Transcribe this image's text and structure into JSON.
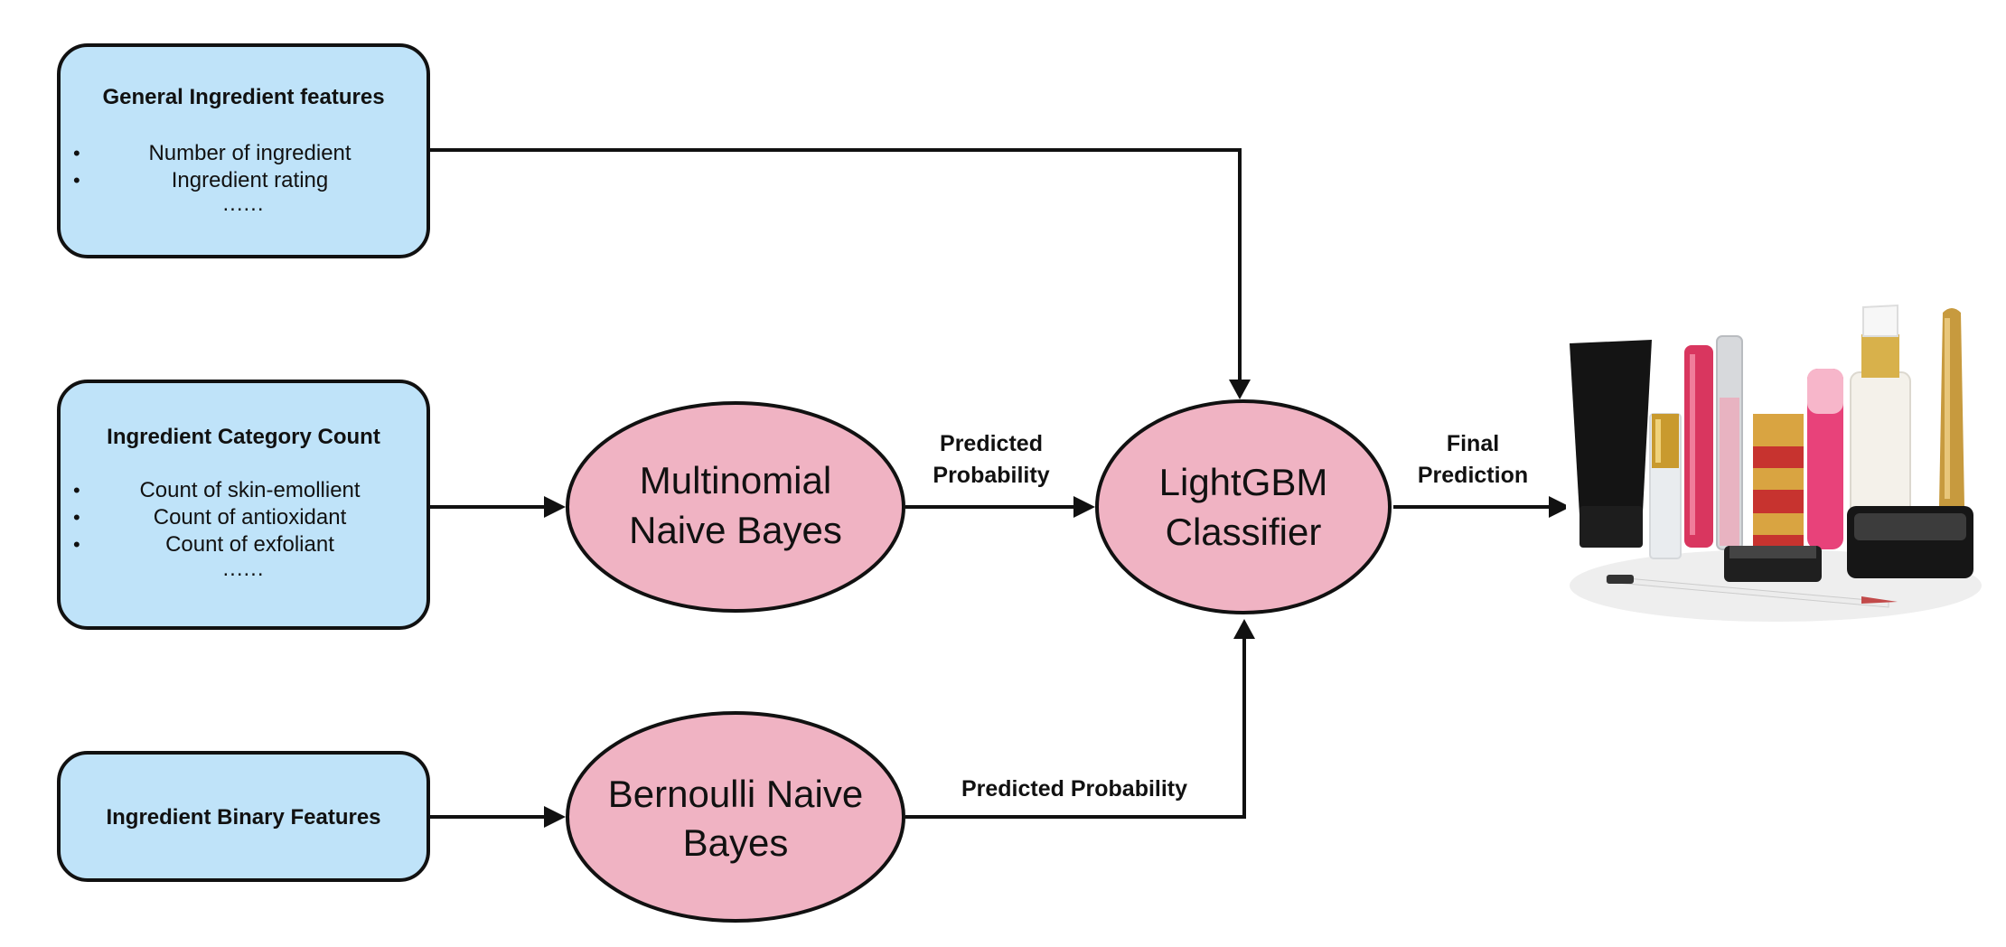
{
  "input_boxes": {
    "general": {
      "title": "General Ingredient features",
      "items": [
        "Number of ingredient",
        "Ingredient rating"
      ],
      "ellipsis": "......"
    },
    "category": {
      "title": "Ingredient Category Count",
      "items": [
        "Count of skin-emollient",
        "Count of antioxidant",
        "Count of exfoliant"
      ],
      "ellipsis": "......"
    },
    "binary": {
      "title": "Ingredient Binary Features"
    }
  },
  "models": {
    "multinomial": {
      "line1": "Multinomial",
      "line2": "Naive Bayes"
    },
    "bernoulli": {
      "line1": "Bernoulli Naive",
      "line2": "Bayes"
    },
    "lightgbm": {
      "line1": "LightGBM",
      "line2": "Classifier"
    }
  },
  "edge_labels": {
    "mnb_to_lgbm": {
      "line1": "Predicted",
      "line2": "Probability"
    },
    "bnb_to_lgbm": "Predicted Probability",
    "lgbm_to_output": {
      "line1": "Final",
      "line2": "Prediction"
    }
  },
  "output_image": "cosmetics-products-photo",
  "colors": {
    "box_fill": "#bfe3f9",
    "ellipse_fill": "#f0b3c3",
    "stroke": "#111111"
  }
}
